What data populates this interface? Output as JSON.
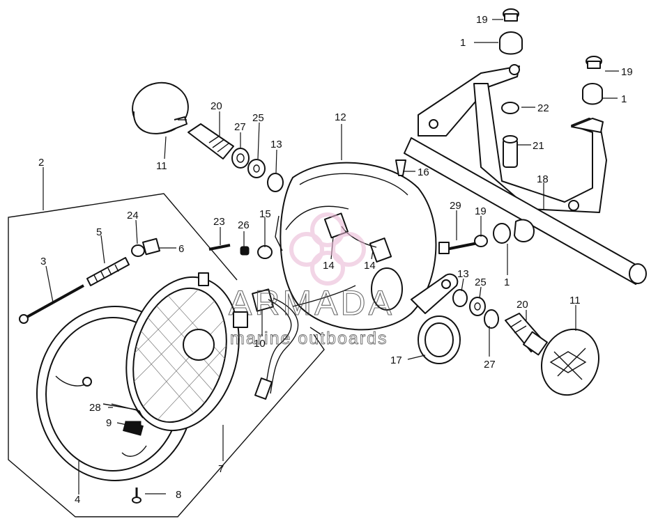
{
  "callouts": {
    "c1a": "1",
    "c1b": "1",
    "c1c": "1",
    "c2": "2",
    "c3": "3",
    "c4": "4",
    "c5": "5",
    "c6": "6",
    "c7": "7",
    "c8": "8",
    "c9": "9",
    "c10": "10",
    "c11a": "11",
    "c11b": "11",
    "c12": "12",
    "c13a": "13",
    "c13b": "13",
    "c14a": "14",
    "c14b": "14",
    "c15": "15",
    "c16": "16",
    "c17": "17",
    "c18": "18",
    "c19a": "19",
    "c19b": "19",
    "c19c": "19",
    "c20a": "20",
    "c20b": "20",
    "c21": "21",
    "c22": "22",
    "c23": "23",
    "c24": "24",
    "c25a": "25",
    "c25b": "25",
    "c26": "26",
    "c27a": "27",
    "c27b": "27",
    "c28": "28",
    "c29": "29"
  },
  "watermark": {
    "brand": "ARMADA",
    "tagline": "marine outboards",
    "accent_color": "#e8b4d2"
  }
}
